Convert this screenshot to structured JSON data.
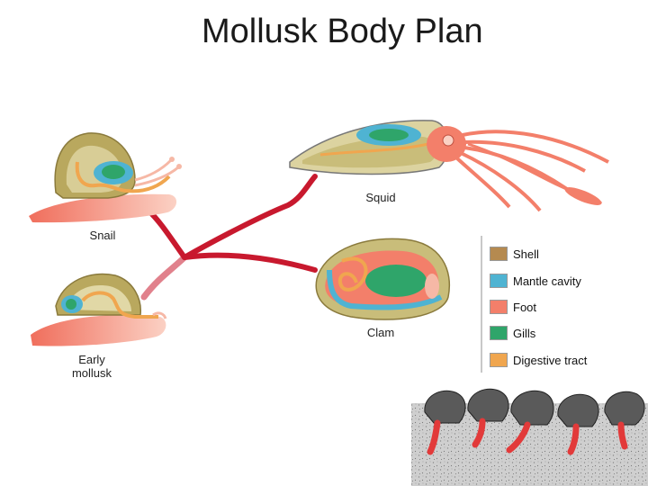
{
  "title": "Mollusk Body Plan",
  "organisms": {
    "snail": "Snail",
    "squid": "Squid",
    "clam": "Clam",
    "early_line1": "Early",
    "early_line2": "mollusk"
  },
  "legend": [
    {
      "label": "Shell",
      "color": "#b58a50"
    },
    {
      "label": "Mantle cavity",
      "color": "#4fb3d2"
    },
    {
      "label": "Foot",
      "color": "#f37f6a"
    },
    {
      "label": "Gills",
      "color": "#2fa56a"
    },
    {
      "label": "Digestive tract",
      "color": "#f0a64f"
    }
  ],
  "colors": {
    "branch": "#c8192e",
    "shell": "#b58a50",
    "mantle": "#4fb3d2",
    "foot": "#f37f6a",
    "gills": "#2fa56a",
    "digestive": "#f0a64f"
  }
}
